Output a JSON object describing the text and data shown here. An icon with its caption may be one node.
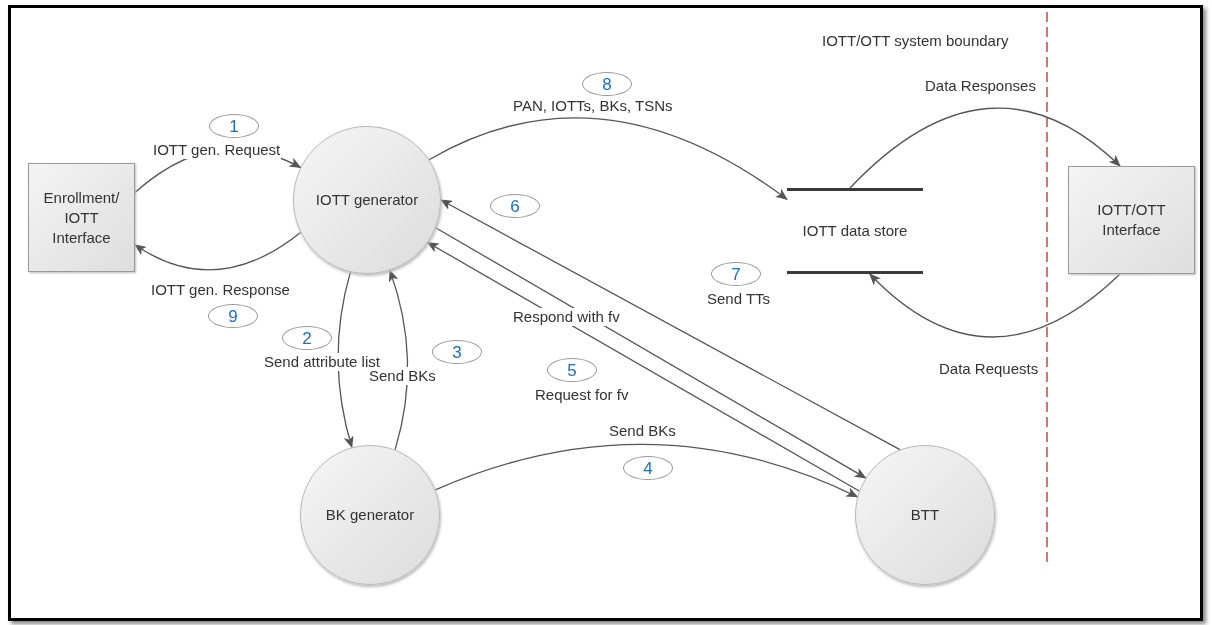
{
  "diagram": {
    "nodes": [
      {
        "text": [
          "Enrollment/ IOTT Interface"
        ]
      },
      {
        "text": [
          "IOTT generator"
        ]
      },
      {
        "text": [
          "IOTT data store"
        ]
      },
      {
        "text": [
          "IOTT/OTT Interface"
        ]
      },
      {
        "text": [
          "BK generator"
        ]
      },
      {
        "text": [
          "BTT"
        ]
      },
      {
        "text": [
          "1"
        ]
      },
      {
        "text": [
          "2"
        ]
      },
      {
        "text": [
          "3"
        ]
      },
      {
        "text": [
          "4"
        ]
      },
      {
        "text": [
          "5"
        ]
      },
      {
        "text": [
          "6"
        ]
      },
      {
        "text": [
          "7"
        ]
      },
      {
        "text": [
          "8"
        ]
      },
      {
        "text": [
          "9"
        ]
      }
    ],
    "edges": [
      {
        "from": 0,
        "to": 1,
        "arrow": "to",
        "label": "IOTT gen. Request"
      },
      {
        "from": 1,
        "to": 0,
        "arrow": "to",
        "label": "IOTT gen. Response"
      },
      {
        "from": 1,
        "to": 4,
        "arrow": "to",
        "label": "Send attribute list"
      },
      {
        "from": 4,
        "to": 1,
        "arrow": "to",
        "label": "Send BKs"
      },
      {
        "from": 4,
        "to": 5,
        "arrow": "to",
        "label": "Send BKs"
      },
      {
        "from": 5,
        "to": 1,
        "arrow": "to",
        "label": "Request for fv"
      },
      {
        "from": 1,
        "to": 5,
        "arrow": "to",
        "label": "Respond with fv"
      },
      {
        "from": 5,
        "to": 1,
        "arrow": "to",
        "label": "Send TTs"
      },
      {
        "from": 1,
        "to": 2,
        "arrow": "to",
        "label": "PAN, IOTTs, BKs, TSNs"
      },
      {
        "from": 2,
        "to": 3,
        "arrow": "to",
        "label": "Data Responses"
      },
      {
        "from": 3,
        "to": 2,
        "arrow": "to",
        "label": "Data Requests"
      }
    ],
    "labels": [
      "IOTT/OTT system boundary"
    ]
  }
}
